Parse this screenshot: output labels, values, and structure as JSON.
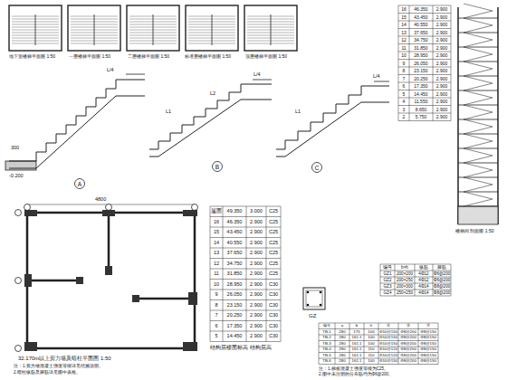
{
  "diagram": {
    "labels": [
      "地下室楼梯平面图 1:50",
      "一层楼梯平面图 1:50",
      "二层楼梯平面图 1:50",
      "标准层楼梯平面图 1:50",
      "顶层楼梯平面图 1:50",
      "L/4",
      "300",
      "-0.200",
      "A",
      "L1",
      "L2",
      "L/4",
      "B",
      "L/4",
      "L1",
      "C",
      "32.170m以上剪力墙及暗柱平面图 1:50",
      "楼梯间 剖面图 1:50",
      "GZ",
      "结构层楼面标高 结构层高",
      "注：1.剪力墙混凝土强度等级详见结施说明。",
      "2.暗柱纵筋及箍筋详见图中表格。",
      "注：1.梯板混凝土强度等级为C25。",
      "2.图中未注明的分布筋均为Φ6@200。",
      "4800",
      "屋面",
      "49.350",
      "3.000",
      "C25",
      "16",
      "46.350",
      "2.900",
      "C25",
      "15",
      "43.450",
      "2.900",
      "C25",
      "14",
      "40.550",
      "2.900",
      "C25",
      "13",
      "37.650",
      "2.900",
      "C25",
      "12",
      "34.750",
      "2.900",
      "C25",
      "11",
      "31.850",
      "2.900",
      "C25",
      "10",
      "28.950",
      "2.900",
      "C30",
      "9",
      "26.050",
      "2.900",
      "C30",
      "8",
      "23.150",
      "2.900",
      "C30",
      "7",
      "20.250",
      "2.900",
      "C30",
      "6",
      "17.350",
      "2.900",
      "C30",
      "5",
      "14.450",
      "2.900",
      "C30",
      "16",
      "46.350",
      "2.900",
      "15",
      "43.450",
      "2.900",
      "14",
      "40.550",
      "2.900",
      "13",
      "37.650",
      "2.900",
      "12",
      "34.750",
      "2.900",
      "11",
      "31.850",
      "2.900",
      "10",
      "28.950",
      "2.900",
      "9",
      "26.050",
      "2.900",
      "8",
      "23.150",
      "2.900",
      "7",
      "20.250",
      "2.900",
      "6",
      "17.350",
      "2.900",
      "5",
      "14.450",
      "2.900",
      "4",
      "11.550",
      "2.900",
      "3",
      "8.650",
      "2.900",
      "2",
      "5.750",
      "2.900",
      "编号",
      "b×h",
      "纵筋",
      "箍筋",
      "GZ1",
      "200×200",
      "4Φ12",
      "Φ6@200",
      "GZ2",
      "200×250",
      "4Φ12",
      "Φ6@200",
      "GZ3",
      "200×300",
      "4Φ14",
      "Φ8@200",
      "GZ4",
      "250×250",
      "4Φ14",
      "Φ8@200",
      "编号",
      "a",
      "b",
      "h",
      "①",
      "②",
      "③",
      "TB-1",
      "280",
      "175",
      "100",
      "Φ10@150",
      "Φ8@200",
      "Φ8@150",
      "TB-2",
      "280",
      "161.1",
      "100",
      "Φ10@150",
      "Φ8@200",
      "Φ8@150",
      "TB-3",
      "280",
      "161.1",
      "100",
      "Φ10@150",
      "Φ8@200",
      "Φ8@150",
      "TB-4",
      "280",
      "161.1",
      "110",
      "Φ10@120",
      "Φ8@200",
      "Φ8@150",
      "TB-5",
      "280",
      "161.1",
      "110",
      "Φ10@120",
      "Φ8@200",
      "Φ8@150",
      "TB-6",
      "280",
      "161.1",
      "100",
      "Φ10@150",
      "Φ8@200",
      "Φ8@150"
    ]
  }
}
